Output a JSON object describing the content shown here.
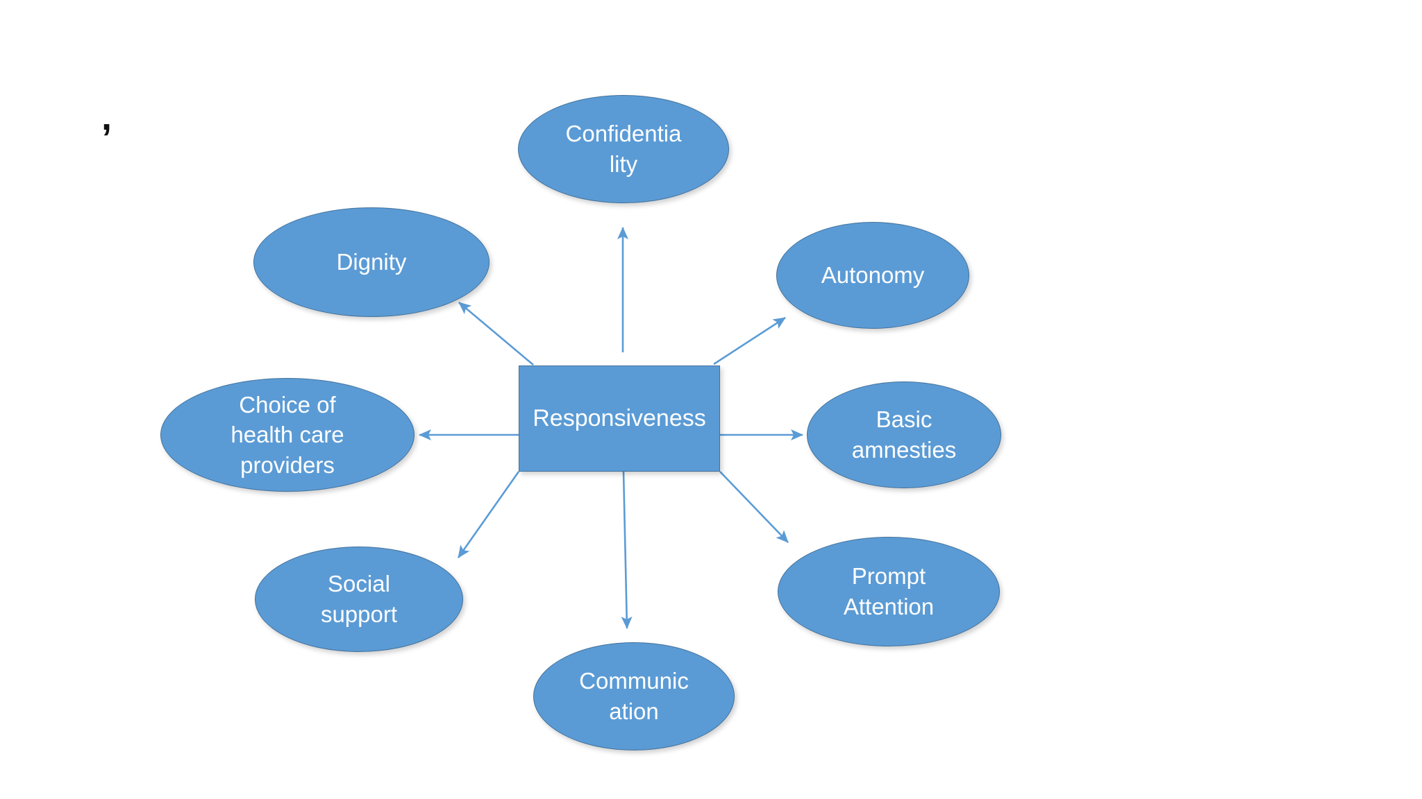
{
  "diagram": {
    "center_node": {
      "label": "Responsiveness"
    },
    "stray_mark": ",",
    "colors": {
      "shape-fill": "#5b9bd5",
      "shape-border": "#41719c",
      "arrow": "#5b9bd5",
      "shape-text": "#ffffff",
      "stray-text": "#111111",
      "background": "#ffffff"
    },
    "nodes": [
      {
        "id": "confidentiality",
        "label": "Confidentia\nlity"
      },
      {
        "id": "dignity",
        "label": "Dignity"
      },
      {
        "id": "autonomy",
        "label": "Autonomy"
      },
      {
        "id": "choice-of-health-care-providers",
        "label": "Choice of\nhealth care\nproviders"
      },
      {
        "id": "basic-amnesties",
        "label": "Basic\namnesties"
      },
      {
        "id": "social-support",
        "label": "Social\nsupport"
      },
      {
        "id": "prompt-attention",
        "label": "Prompt\nAttention"
      },
      {
        "id": "communication",
        "label": "Communic\nation"
      }
    ]
  }
}
